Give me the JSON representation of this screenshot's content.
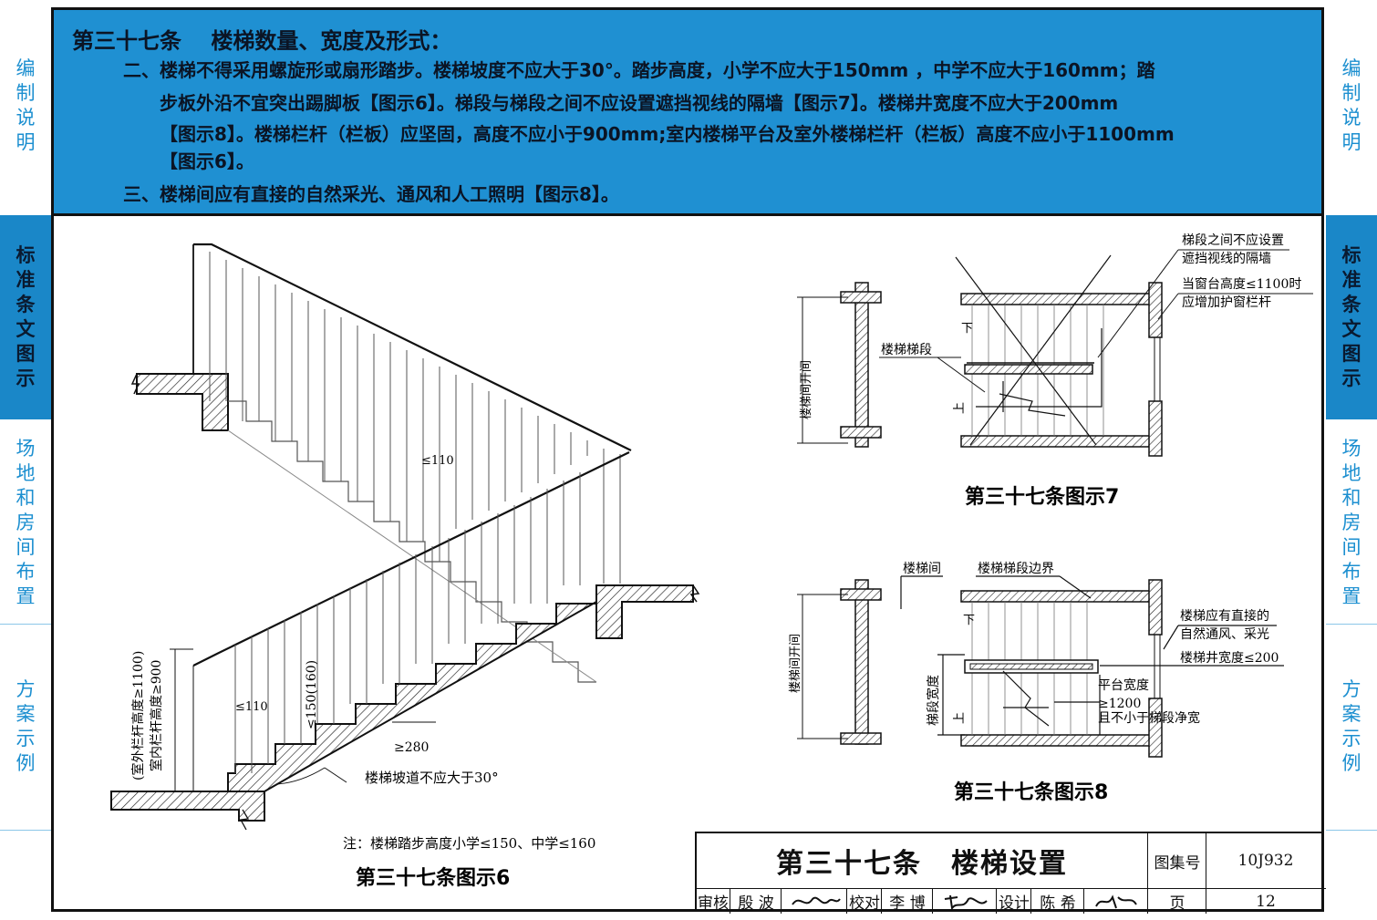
{
  "side_left": [
    {
      "label": "编制说明",
      "active": false
    },
    {
      "label": "标准条文图示",
      "active": true
    },
    {
      "label": "场地和房间布置",
      "active": false
    },
    {
      "label": "方案示例",
      "active": false
    }
  ],
  "side_right": [
    {
      "label": "编制说明",
      "active": false
    },
    {
      "label": "标准条文图示",
      "active": true
    },
    {
      "label": "场地和房间布置",
      "active": false
    },
    {
      "label": "方案示例",
      "active": false
    }
  ],
  "header": {
    "title": "第三十七条　 楼梯数量、宽度及形式：",
    "para2_lines": [
      "二、楼梯不得采用螺旋形或扇形踏步。楼梯坡度不应大于30°。踏步高度，小学不应大于150mm ，中学不应大于160mm；踏",
      "步板外沿不宜突出踢脚板【图示6】。梯段与梯段之间不应设置遮挡视线的隔墙【图示7】。楼梯井宽度不应大于200mm",
      "【图示8】。楼梯栏杆（栏板）应坚固，高度不应小于900mm;室内楼梯平台及室外楼梯栏杆（栏板）高度不应小于1100mm",
      "【图示6】。"
    ],
    "para3": "三、楼梯间应有直接的自然采光、通风和人工照明【图示8】。"
  },
  "fig6": {
    "caption": "第三十七条图示6",
    "note": "注：楼梯踏步高度小学≤150、中学≤160",
    "slope_label": "楼梯坡道不应大于30°",
    "rail_label_outdoor": "(室外栏杆高度≥1100)",
    "rail_label_indoor": "室内栏杆高度≥900",
    "dim_nosing_upper": "≤110",
    "dim_nosing_lower": "≤110",
    "dim_riser": "≤150(160)",
    "dim_tread": "≥280"
  },
  "fig7": {
    "caption": "第三十七条图示7",
    "label_stair_section": "楼梯梯段",
    "label_opening": "楼梯间开间",
    "label_no_wall_1": "梯段之间不应设置",
    "label_no_wall_2": "遮挡视线的隔墙",
    "label_window_1": "当窗台高度≤1100时",
    "label_window_2": "应增加护窗栏杆",
    "mark_down": "下",
    "mark_up": "上"
  },
  "fig8": {
    "caption": "第三十七条图示8",
    "label_stairwell": "楼梯间",
    "label_boundary": "楼梯梯段边界",
    "label_opening": "楼梯间开间",
    "label_flight_width": "梯段宽度",
    "label_vent_1": "楼梯应有直接的",
    "label_vent_2": "自然通风、采光",
    "label_well": "楼梯井宽度≤200",
    "label_landing_1": "平台宽度",
    "label_landing_2": "≥1200",
    "label_landing_3": "且不小于梯段净宽",
    "mark_down": "下",
    "mark_up": "上"
  },
  "title_block": {
    "main_title": "第三十七条　楼梯设置",
    "atlas_label": "图集号",
    "atlas_no": "10J932",
    "page_label": "页",
    "page_no": "12",
    "review_label": "审核",
    "review_name": "殷 波",
    "check_label": "校对",
    "check_name": "李 博",
    "design_label": "设计",
    "design_name": "陈 希"
  },
  "colors": {
    "header_bg": "#1f90d2",
    "tab_active": "#1a87c8",
    "tab_text": "#1c8fd0"
  }
}
